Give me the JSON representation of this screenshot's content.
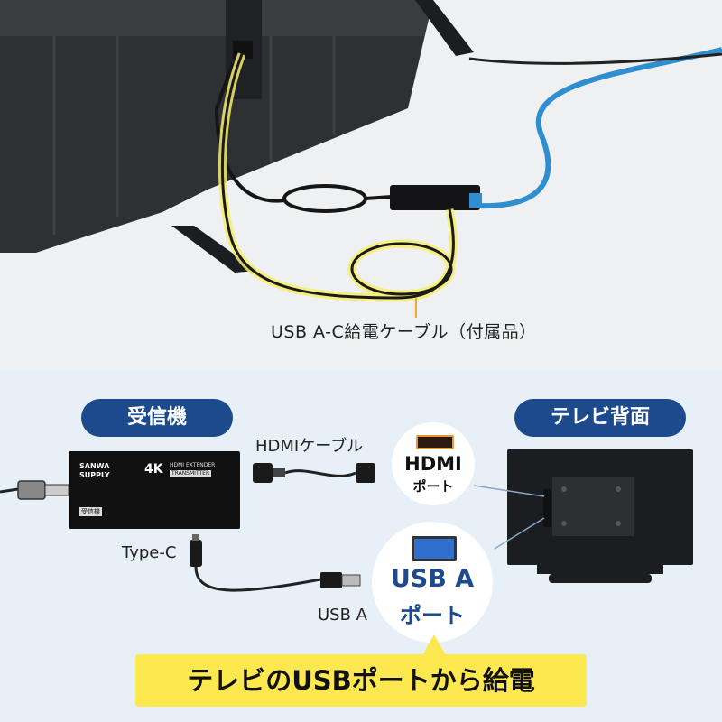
{
  "photo": {
    "caption": "USB A-C給電ケーブル（付属品）"
  },
  "diagram": {
    "receiver_label": "受信機",
    "tv_back_label": "テレビ背面",
    "hdmi_cable_label": "HDMIケーブル",
    "type_c_label": "Type-C",
    "usb_a_label": "USB A",
    "hdmi_port_label_line1": "HDMI",
    "hdmi_port_label_line2": "ポート",
    "usb_a_port_label_line1": "USB A",
    "usb_a_port_label_line2": "ポート",
    "device_brand": "SANWA SUPPLY",
    "device_model": "4K",
    "device_line1": "HDMI EXTENDER",
    "device_line2": "TRANSMITTER",
    "device_tag": "受信機"
  },
  "banner": {
    "text": "テレビのUSBポートから給電"
  },
  "colors": {
    "accent_navy": "#1d4a8c",
    "highlight_yellow": "#fde84f",
    "cable_blue": "#2f8ecf",
    "panel_bg": "#e7eff7"
  }
}
